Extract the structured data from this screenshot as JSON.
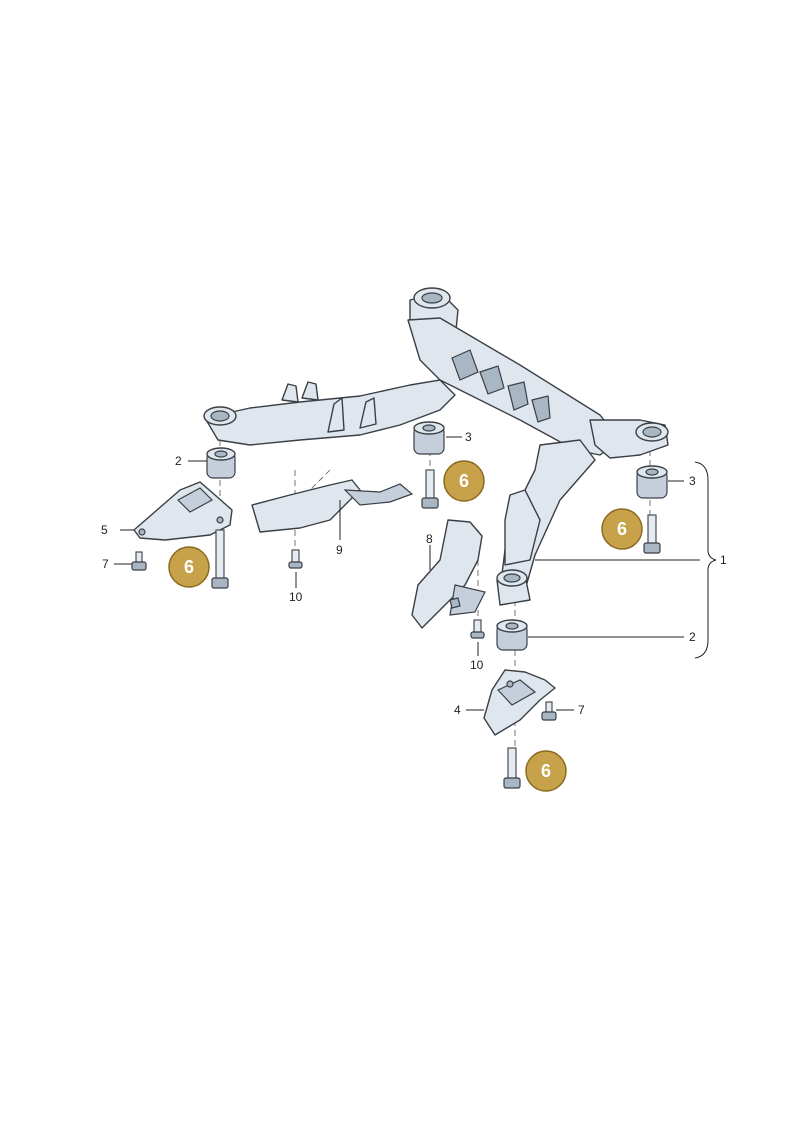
{
  "callouts": {
    "c1": "1",
    "c2a": "2",
    "c2b": "2",
    "c3a": "3",
    "c3b": "3",
    "c4": "4",
    "c5": "5",
    "c7a": "7",
    "c7b": "7",
    "c8": "8",
    "c9": "9",
    "c10a": "10",
    "c10b": "10"
  },
  "badges": {
    "b1": "6",
    "b2": "6",
    "b3": "6",
    "b4": "6"
  },
  "colors": {
    "badge_fill": "#c8a24a",
    "badge_stroke": "#8a6b1f",
    "part_fill": "#dfe6ee",
    "outline": "#3a3f46"
  }
}
